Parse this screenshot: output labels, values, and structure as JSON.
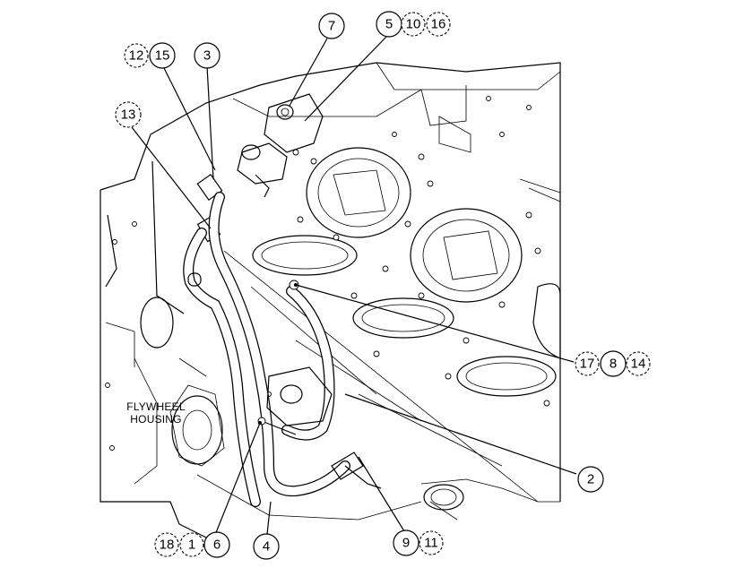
{
  "callouts": {
    "c7": "7",
    "c5": "5",
    "c10": "10",
    "c16": "16",
    "c12": "12",
    "c15": "15",
    "c3": "3",
    "c13": "13",
    "c17": "17",
    "c8": "8",
    "c14": "14",
    "c2": "2",
    "c18": "18",
    "c1": "1",
    "c6": "6",
    "c4": "4",
    "c9": "9",
    "c11": "11"
  },
  "labels": {
    "flywheel_line1": "FLYWHEEL",
    "flywheel_line2": "HOUSING"
  }
}
